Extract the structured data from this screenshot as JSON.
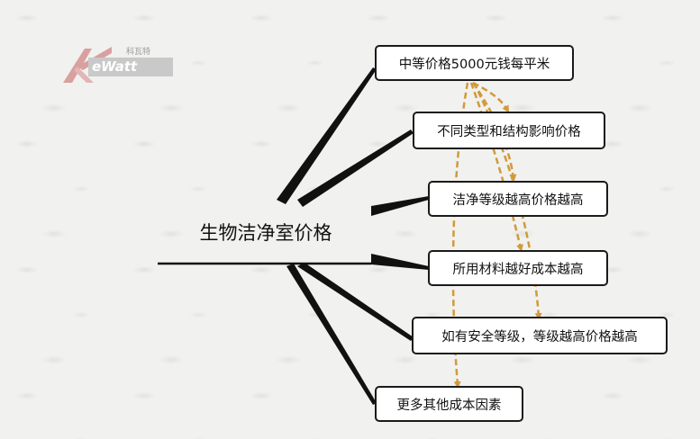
{
  "logo": {
    "wordmark": "eWatt",
    "chinese": "科瓦特"
  },
  "center": {
    "title": "生物洁净室价格"
  },
  "branches": [
    {
      "label": "中等价格5000元钱每平米"
    },
    {
      "label": "不同类型和结构影响价格"
    },
    {
      "label": "洁净等级越高价格越高"
    },
    {
      "label": "所用材料越好成本越高"
    },
    {
      "label": "如有安全等级，等级越高价格越高"
    },
    {
      "label": "更多其他成本因素"
    }
  ],
  "colors": {
    "branch": "#111111",
    "relation": "#d19a3a",
    "node_border": "#1a1a1a"
  }
}
